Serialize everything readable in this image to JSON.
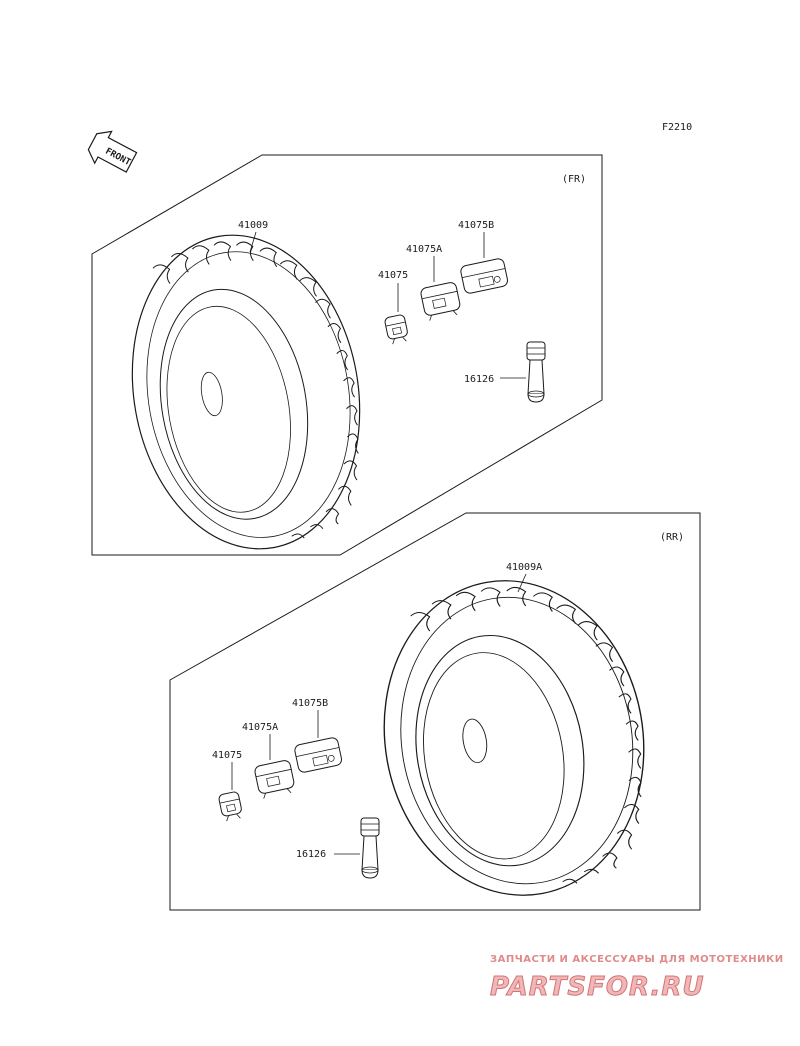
{
  "figure_code": "F2210",
  "front_arrow_text": "FRONT",
  "sections": {
    "front": {
      "tag": "(FR)",
      "labels": {
        "tire": "41009",
        "weight": "41075",
        "weight_a": "41075A",
        "weight_b": "41075B",
        "valve": "16126"
      }
    },
    "rear": {
      "tag": "(RR)",
      "labels": {
        "tire": "41009A",
        "weight": "41075",
        "weight_a": "41075A",
        "weight_b": "41075B",
        "valve": "16126"
      }
    }
  },
  "watermark": {
    "tagline": "ЗАПЧАСТИ И АКСЕССУАРЫ ДЛЯ МОТОТЕХНИКИ",
    "brand": "PARTSFOR.RU"
  },
  "colors": {
    "line": "#1a1a1a",
    "watermark": "#e08a8a"
  }
}
